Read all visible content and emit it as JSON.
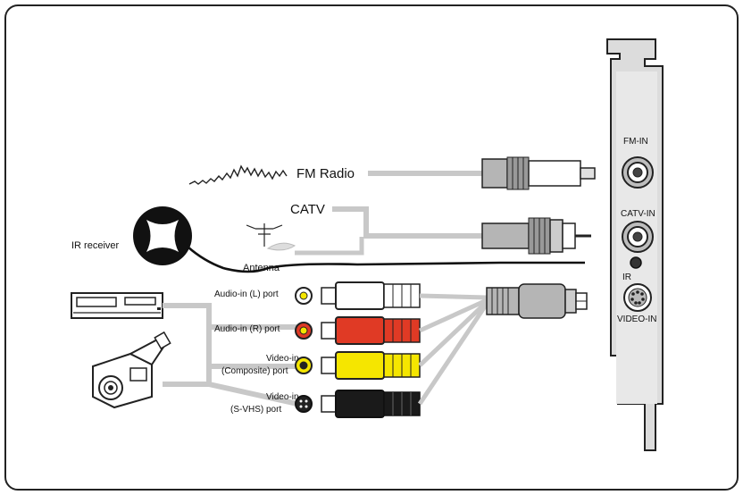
{
  "labels": {
    "fm_radio": "FM Radio",
    "catv": "CATV",
    "ir_receiver": "IR receiver",
    "antenna": "Antenna",
    "audio_l": "Audio-in (L) port",
    "audio_r": "Audio-in (R) port",
    "video_in_1": "Video-in",
    "video_in_2": "(Composite) port",
    "svhs_1": "Video-in",
    "svhs_2": "(S-VHS) port"
  },
  "card_labels": {
    "fm_in": "FM-IN",
    "catv_in": "CATV-IN",
    "ir": "IR",
    "video_in": "VIDEO-IN"
  },
  "colors": {
    "cable_gray": "#c8c8c8",
    "plug_gray": "#b5b5b5",
    "rca_white": "#ffffff",
    "rca_red": "#e03a25",
    "rca_yellow": "#f5e600",
    "svhs_black": "#1a1a1a",
    "outline": "#222222"
  }
}
